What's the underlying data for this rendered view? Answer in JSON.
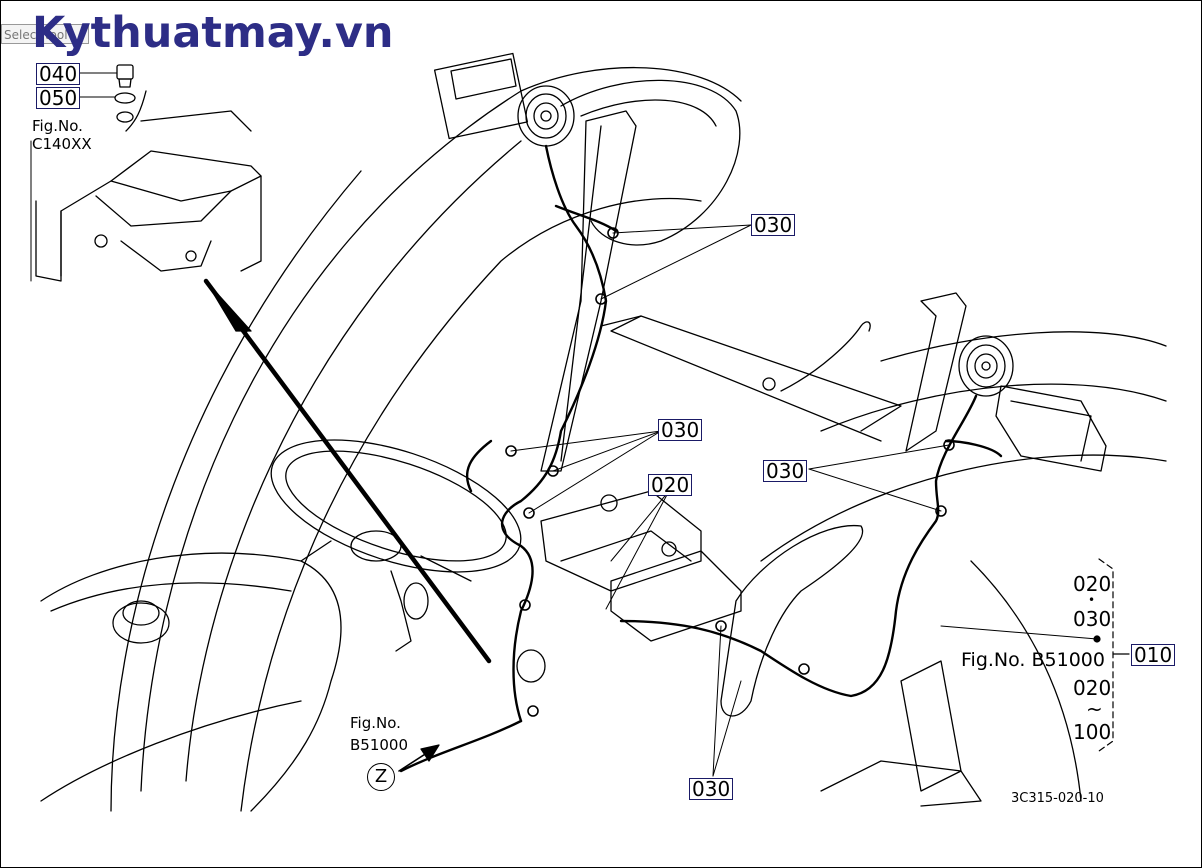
{
  "header": {
    "brand": "Kythuatmay.vn",
    "select_tool": "Select tool"
  },
  "callouts": {
    "c040": "040",
    "c050": "050",
    "fig_no_label": "Fig.No.",
    "fig_c140": "C140XX",
    "c030_top": "030",
    "c030_mid": "030",
    "c020": "020",
    "c030_right": "030",
    "c030_bottom": "030",
    "fig_b51000_label": "Fig.No.",
    "fig_b51000": "B51000",
    "z_marker": "Z"
  },
  "legend": {
    "item_020": "020",
    "item_030": "030",
    "fig_line": "Fig.No. B51000",
    "item_020b": "020",
    "tilde": "~",
    "item_100": "100",
    "group_010": "010"
  },
  "drawing_code": "3C315-020-10",
  "colors": {
    "brand": "#2d2d86",
    "label_box": "#1a1a66",
    "line": "#000000"
  }
}
